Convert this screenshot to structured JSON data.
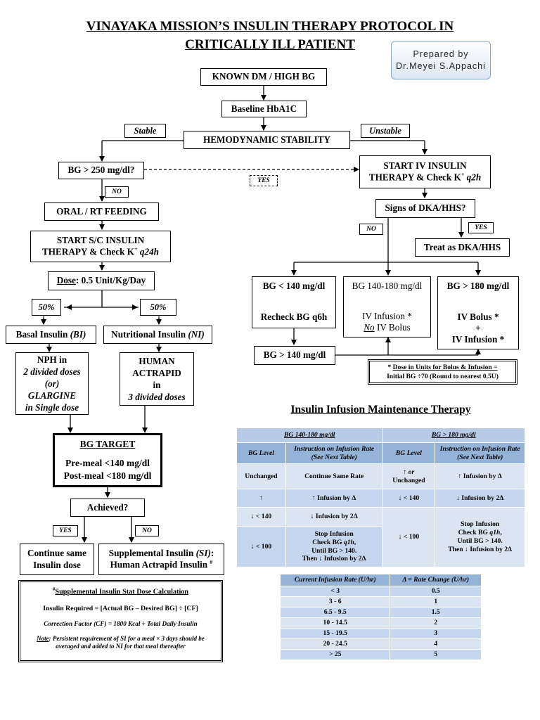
{
  "title": {
    "line1": "VINAYAKA MISSION’S INSULIN THERAPY PROTOCOL IN",
    "line2": "CRITICALLY ILL PATIENT"
  },
  "prepared_by": {
    "line1": "Prepared by",
    "line2": "Dr.Meyei S.Appachi"
  },
  "flow": {
    "known_dm": "KNOWN DM / HIGH BG",
    "baseline": "Baseline HbA1C",
    "hemo": "HEMODYNAMIC STABILITY",
    "stable": "Stable",
    "unstable": "Unstable",
    "bg250": "BG > 250 mg/dl?",
    "yes": "YES",
    "no": "NO",
    "oral": "ORAL / RT FEEDING",
    "sc_start": {
      "line1": "START S/C INSULIN",
      "line2_pre": "THERAPY & Check K",
      "sup": "+",
      "line2_em": "q24h"
    },
    "dose": {
      "label": "Dose",
      "value": ": 0.5 Unit/Kg/Day"
    },
    "pct": "50%",
    "basal": {
      "pre": "Basal Insulin ",
      "em": "(BI)"
    },
    "nutritional": {
      "pre": "Nutritional Insulin ",
      "em": "(NI)"
    },
    "nph": {
      "line1": "NPH in",
      "line2": "2 divided doses",
      "line3": "(or)",
      "line4": "GLARGINE",
      "line5": "in Single dose"
    },
    "human": {
      "line1": "HUMAN",
      "line2": "ACTRAPID",
      "line3": "in",
      "line4": "3 divided doses"
    },
    "bgtarget": {
      "title": "BG TARGET",
      "line1": "Pre-meal <140 mg/dl",
      "line2": "Post-meal <180 mg/dl"
    },
    "achieved": "Achieved?",
    "continue": {
      "line1": "Continue same",
      "line2": "Insulin dose"
    },
    "supplemental": {
      "pre": "Supplemental Insulin ",
      "em": "(SI)",
      "post": ":",
      "line2": "Human Actrapid Insulin",
      "sup": "#"
    },
    "iv_start": {
      "line1_pre": "START IV INSULIN",
      "line2_pre": "THERAPY & Check K",
      "sup": "+",
      "line2_em": "q2h"
    },
    "dka": "Signs of DKA/HHS?",
    "treat_dka": "Treat as DKA/HHS",
    "bg_lt140": "BG < 140 mg/dl",
    "recheck": "Recheck BG q6h",
    "bg_140_180": "BG 140-180 mg/dl",
    "iv_infusion": "IV Infusion *",
    "no_iv_bolus": {
      "em": "No",
      "post": " IV Bolus"
    },
    "bg_gt180": "BG > 180 mg/dl",
    "iv_bolus": "IV Bolus *",
    "plus": "+",
    "iv_infusion2": "IV Infusion *",
    "bg_gt140": "BG > 140 mg/dl",
    "dose_note": {
      "star": "* ",
      "line1": "Dose in Units for Bolus & Infusion =",
      "line2": "Initial BG ÷70 (Round to nearest 0.5U)"
    }
  },
  "supp_calc": {
    "title_sup": "#",
    "title": "Supplemental Insulin Stat Dose Calculation",
    "formula": "Insulin Required = [Actual BG – Desired BG] ÷ [CF]",
    "cf": "Correction Factor (CF) = 1800 Kcal ÷ Total Daily Insulin",
    "note_label": "Note",
    "note": ": Persistent requirement of SI for a meal × 3 days should be averaged and added to NI for that meal thereafter"
  },
  "maintenance": {
    "title": "Insulin Infusion Maintenance Therapy",
    "group1": "BG 140-180 mg/dl",
    "group2": "BG > 180 mg/dl",
    "col_bg": "BG Level",
    "col_instr": "Instruction on Infusion Rate (See Next Table)",
    "r1": {
      "a": "Unchanged",
      "b": "Continue Same Rate",
      "c_pre": "↑",
      "c_em": "or",
      "c_post": "Unchanged",
      "d": "↑ Infusion by Δ"
    },
    "r2": {
      "a": "↑",
      "b": "↑ Infusion by Δ",
      "c": "↓ < 140",
      "d": "↓ Infusion by 2Δ"
    },
    "r3": {
      "a": "↓ < 140",
      "b": "↓ Infusion by 2Δ"
    },
    "r4": {
      "a": "↓ < 100",
      "b1": "Stop Infusion",
      "b2_pre": "Check BG ",
      "b2_em": "q1h",
      "b2_post": ",",
      "b3": "Until BG > 140.",
      "b4": "Then ↓ Infusion by 2Δ"
    },
    "r34": {
      "c": "↓ < 100",
      "d1": "Stop Infusion",
      "d2_pre": "Check BG ",
      "d2_em": "q1h",
      "d2_post": ",",
      "d3": "Until BG > 140.",
      "d4": "Then ↓ Infusion by 2Δ"
    }
  },
  "rate_table": {
    "headers": [
      "Current Infusion Rate (U/hr)",
      "Δ = Rate Change (U/hr)"
    ],
    "rows": [
      [
        "< 3",
        "0.5"
      ],
      [
        "3 - 6",
        "1"
      ],
      [
        "6.5 - 9.5",
        "1.5"
      ],
      [
        "10 - 14.5",
        "2"
      ],
      [
        "15 - 19.5",
        "3"
      ],
      [
        "20 - 24.5",
        "4"
      ],
      [
        "> 25",
        "5"
      ]
    ]
  }
}
